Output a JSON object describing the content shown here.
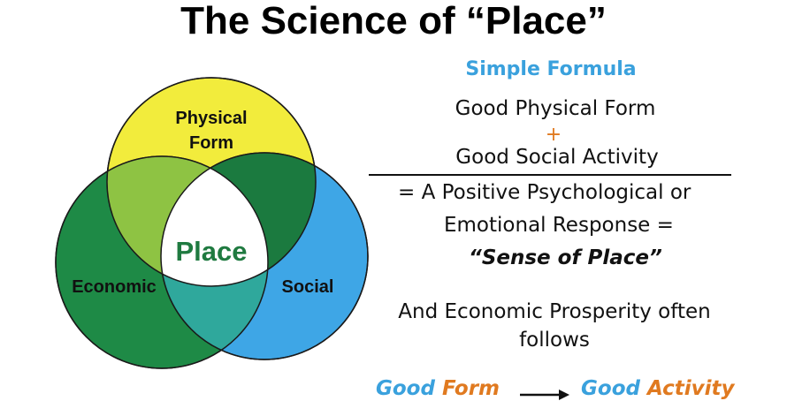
{
  "title": "The Science of “Place”",
  "venn": {
    "top": "Physical",
    "top2": "Form",
    "left": "Economic",
    "right": "Social",
    "center": "Place"
  },
  "formula": {
    "title": "Simple Formula",
    "line1": "Good Physical Form",
    "plus": "+",
    "line2": "Good Social Activity",
    "line3": "=  A Positive Psychological or",
    "line4": "Emotional  Response =",
    "sense": "“Sense of Place”",
    "line6": "And Economic Prosperity often",
    "line7": "follows"
  },
  "bottom": {
    "good1": "Good",
    "form": "Form",
    "good2": "Good",
    "activity": "Activity"
  },
  "colors": {
    "yellow": "#f2ec3c",
    "green": "#1e8a46",
    "blue": "#3ea6e6",
    "light_green": "#8ec343",
    "teal": "#2fa89c",
    "dark_green": "#1b7a3f",
    "accent_blue": "#3aa1dd",
    "accent_orange": "#e07a20"
  }
}
